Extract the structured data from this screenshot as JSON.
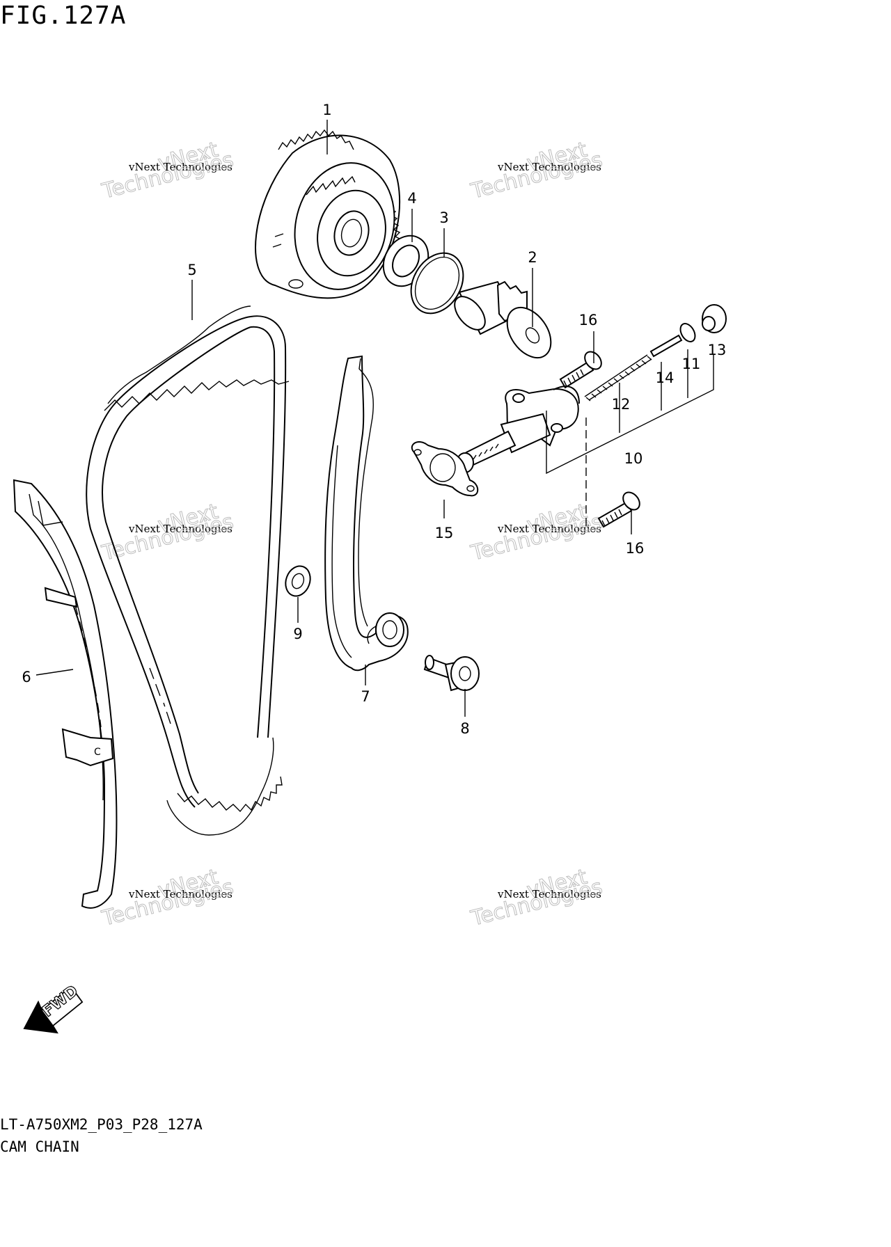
{
  "figure": {
    "title": "FIG.127A",
    "code": "LT-A750XM2_P03_P28_127A",
    "name": "CAM CHAIN"
  },
  "fwd_label": "FWD",
  "watermark": {
    "small": "vNext Technologies",
    "large_top": "vNext",
    "large_bottom": "Technologies"
  },
  "callouts": [
    {
      "id": "1",
      "label": "1"
    },
    {
      "id": "2",
      "label": "2"
    },
    {
      "id": "3",
      "label": "3"
    },
    {
      "id": "4",
      "label": "4"
    },
    {
      "id": "5",
      "label": "5"
    },
    {
      "id": "6",
      "label": "6"
    },
    {
      "id": "7",
      "label": "7"
    },
    {
      "id": "8",
      "label": "8"
    },
    {
      "id": "9",
      "label": "9"
    },
    {
      "id": "10",
      "label": "10"
    },
    {
      "id": "11",
      "label": "11"
    },
    {
      "id": "12",
      "label": "12"
    },
    {
      "id": "13",
      "label": "13"
    },
    {
      "id": "14",
      "label": "14"
    },
    {
      "id": "15",
      "label": "15"
    },
    {
      "id": "16a",
      "label": "16"
    },
    {
      "id": "16b",
      "label": "16"
    }
  ]
}
